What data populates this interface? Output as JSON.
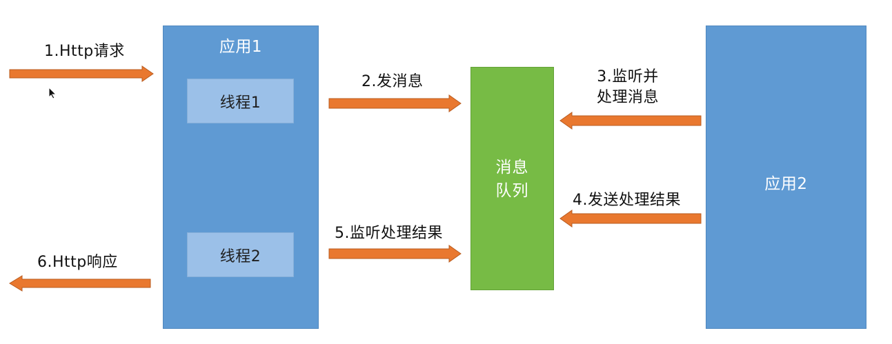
{
  "diagram": {
    "app1": {
      "title": "应用1",
      "threads": [
        "线程1",
        "线程2"
      ]
    },
    "queue": {
      "line1": "消息",
      "line2": "队列"
    },
    "app2": {
      "title": "应用2"
    },
    "steps": {
      "step1": "1.Http请求",
      "step2": "2.发消息",
      "step3_line1": "3.监听并",
      "step3_line2": "处理消息",
      "step4": "4.发送处理结果",
      "step5": "5.监听处理结果",
      "step6": "6.Http响应"
    }
  },
  "colors": {
    "app_fill": "#5f9ad3",
    "thread_fill": "#9bc0e8",
    "queue_fill": "#77bb45",
    "arrow_fill": "#e9782f",
    "arrow_stroke": "#b85b1f"
  }
}
